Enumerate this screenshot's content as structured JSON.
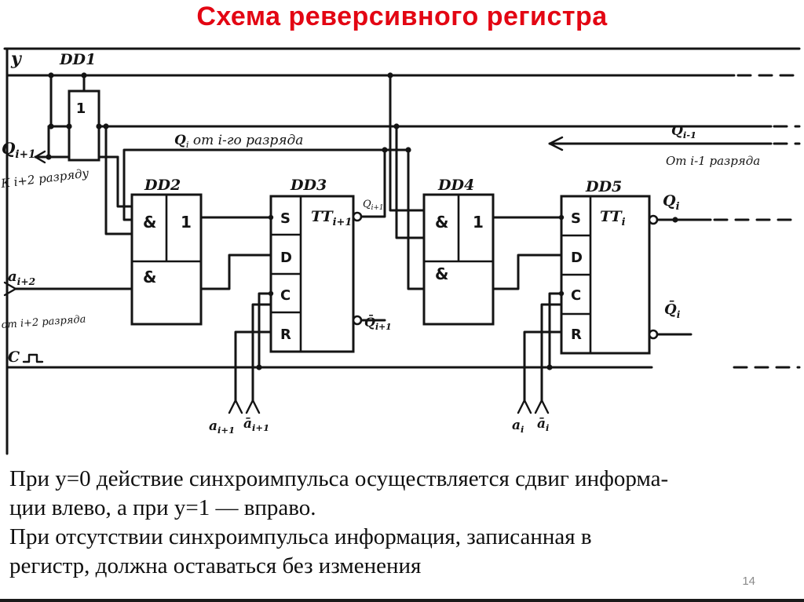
{
  "slide": {
    "title": "Схема реверсивного регистра",
    "page_number": "14"
  },
  "colors": {
    "title_red": "#e30613",
    "ink": "#141414",
    "page_number_gray": "#8a8a8a"
  },
  "body": {
    "lines": [
      "При у=0 действие синхроимпульса осуществляется сдвиг информа-",
      "ции влево, а при у=1 — вправо.",
      "При отсутствии синхроимпульса информация, записанная в",
      "регистр, должна оставаться без изменения"
    ]
  },
  "diagram": {
    "chips": {
      "dd1": "DD1",
      "dd2": "DD2",
      "dd3": "DD3",
      "dd4": "DD4",
      "dd5": "DD5"
    },
    "gate_dd1": "1",
    "gate_and": "&",
    "gate_or": "1",
    "pins": {
      "s": "S",
      "d": "D",
      "c": "C",
      "r": "R"
    },
    "ff3": {
      "base": "TT",
      "sub": "i+1"
    },
    "ff5": {
      "base": "TT",
      "sub": "i"
    },
    "labels": {
      "y": "у",
      "q_ip1": {
        "base": "Q",
        "sub": "i+1"
      },
      "to_ip2": "К i+2 разряду",
      "a_ip2": {
        "base": "a",
        "sub": "i+2"
      },
      "from_ip2": "от i+2 разряда",
      "clock": "C",
      "qi_from_i": {
        "base": "Q",
        "sub": "i",
        "rest": " от i-го разряда"
      },
      "q_im1": {
        "base": "Q",
        "sub": "i-1"
      },
      "from_im1": "От i-1 разряда",
      "q3_out": {
        "base": "Q",
        "sub": "i+1"
      },
      "nq_ip1": {
        "base": "Q̄",
        "sub": "i+1"
      },
      "qi_out": {
        "base": "Q",
        "sub": "i"
      },
      "nqi_out": {
        "base": "Q̄",
        "sub": "i"
      },
      "a_ip1": {
        "base": "a",
        "sub": "i+1"
      },
      "na_ip1": {
        "base": "ā",
        "sub": "i+1"
      },
      "a_i": {
        "base": "a",
        "sub": "i"
      },
      "na_i": {
        "base": "ā",
        "sub": "i"
      }
    }
  }
}
